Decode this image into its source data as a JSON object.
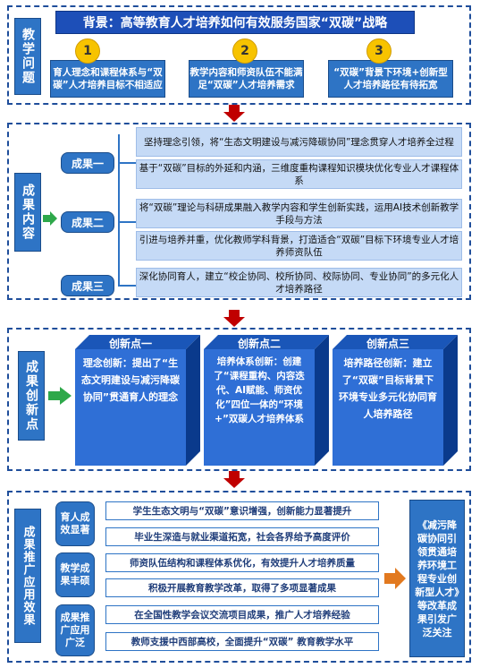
{
  "header": {
    "title": "背景：高等教育人才培养如何有效服务国家“双碳”战略"
  },
  "problems": {
    "label": "教学问题",
    "items": [
      {
        "num": "1",
        "text": "育人理念和课程体系与“双碳”人才培养目标不相适应"
      },
      {
        "num": "2",
        "text": "教学内容和师资队伍不能满足“双碳”人才培养需求"
      },
      {
        "num": "3",
        "text": "“双碳”背景下环境+创新型人才培养路径有待拓宽"
      }
    ]
  },
  "results": {
    "label": "成果内容",
    "groups": [
      {
        "name": "成果一",
        "items": [
          "坚持理念引领，将“生态文明建设与减污降碳协同”理念贯穿人才培养全过程",
          "基于“双碳”目标的外延和内涵，三维度重构课程知识模块优化专业人才课程体系"
        ]
      },
      {
        "name": "成果二",
        "items": [
          "将“双碳”理论与科研成果融入教学内容和学生创新实践，运用AI技术创新教学手段与方法",
          "引进与培养并重，优化教师学科背景，打造适合“双碳”目标下环境专业人才培养师资队伍"
        ]
      },
      {
        "name": "成果三",
        "items": [
          "深化协同育人，建立“校企协同、校所协同、校际协同、专业协同”的多元化人才培养路径"
        ]
      }
    ]
  },
  "innovations": {
    "label": "成果创新点",
    "items": [
      {
        "title": "创新点一",
        "head": "理念创新：",
        "body": "提出了“生态文明建设与减污降碳协同”贯通育人的理念"
      },
      {
        "title": "创新点二",
        "head": "培养体系创新：",
        "body": "创建了“课程重构、内容迭代、AI赋能、师资优化”四位一体的“环境+”双碳人才培养体系"
      },
      {
        "title": "创新点三",
        "head": "培养路径创新：",
        "body": "建立了“双碳”目标背景下环境专业多元化协同育人培养路径"
      }
    ]
  },
  "effects": {
    "label": "成果推广应用效果",
    "groups": [
      {
        "name": "育人成效显著",
        "items": [
          "学生生态文明与“双碳”意识增强，创新能力显著提升",
          "毕业生深造与就业渠道拓宽，社会各界给予高度评价"
        ]
      },
      {
        "name": "教学成果丰硕",
        "items": [
          "师资队伍结构和课程体系优化，有效提升人才培养质量",
          "积极开展教育教学改革，取得了多项显著成果"
        ]
      },
      {
        "name": "成果推广应用广泛",
        "items": [
          "在全国性教学会议交流项目成果，推广人才培养经验",
          "教师支援中西部高校，全面提升“双碳” 教育教学水平"
        ]
      }
    ],
    "summary": "《减污降碳协同引领贯通培养环境工程专业创新型人才》等改革成果引发广泛关注"
  }
}
